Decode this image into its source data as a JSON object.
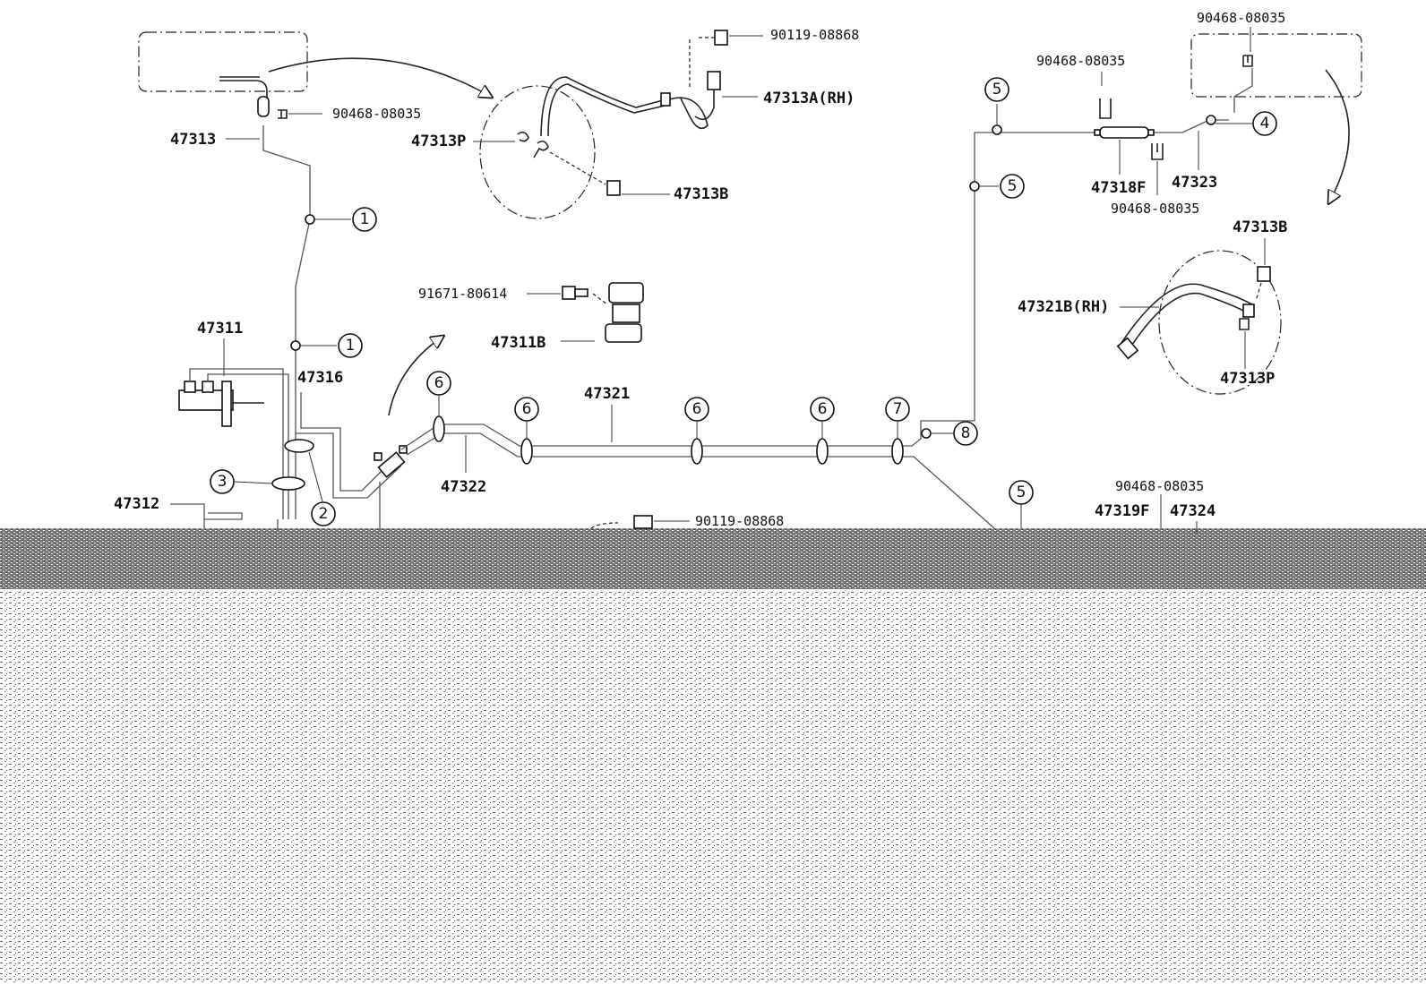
{
  "parts": {
    "p47313": "47313",
    "p90468_a": "90468-08035",
    "p90119_a": "90119-08868",
    "p47313A": "47313A(RH)",
    "p47313P_a": "47313P",
    "p47313B_a": "47313B",
    "p91671": "91671-80614",
    "p47311B": "47311B",
    "p47311": "47311",
    "p47316": "47316",
    "p47312": "47312",
    "p47321": "47321",
    "p47322": "47322",
    "p90119_b": "90119-08868",
    "p90468_b": "90468-08035",
    "p90468_c": "90468-08035",
    "p47318F": "47318F",
    "p47323": "47323",
    "p90468_d": "90468-08035",
    "p47313B_b": "47313B",
    "p47321B": "47321B(RH)",
    "p47313P_b": "47313P",
    "p90468_e": "90468-08035",
    "p47319F": "47319F",
    "p47324": "47324"
  },
  "callouts": {
    "c1a": "1",
    "c1b": "1",
    "c2": "2",
    "c3": "3",
    "c4": "4",
    "c5a": "5",
    "c5b": "5",
    "c5c": "5",
    "c6a": "6",
    "c6b": "6",
    "c6c": "6",
    "c6d": "6",
    "c7": "7",
    "c8": "8"
  },
  "colors": {
    "ink": "#111111",
    "noise_band": "#5a5a5a",
    "paper": "#ffffff"
  }
}
